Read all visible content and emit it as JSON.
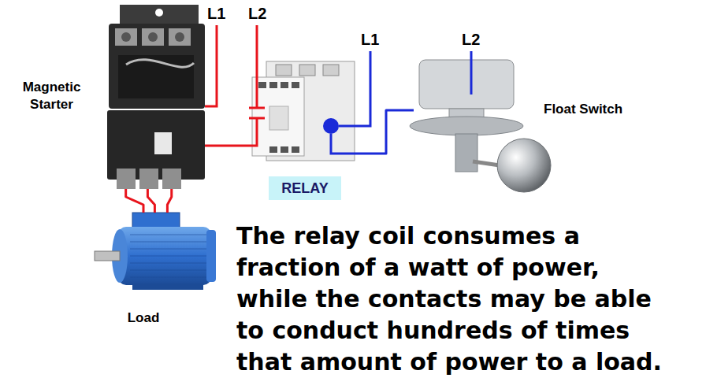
{
  "diagram": {
    "caption": "The relay coil consumes a fraction of a watt of power, while the contacts may be able to conduct hundreds of times that amount of power to a load.",
    "nodes": [
      {
        "text": [
          "Magnetic Starter"
        ]
      },
      {
        "text": [
          "RELAY"
        ]
      },
      {
        "text": [
          "Float Switch"
        ]
      },
      {
        "text": [
          "Load"
        ]
      }
    ],
    "edges": [
      {
        "from": 0,
        "to": 3,
        "arrow": "none"
      },
      {
        "from": 0,
        "to": 3,
        "arrow": "none"
      },
      {
        "from": 0,
        "to": 3,
        "arrow": "none"
      },
      {
        "from": 1,
        "to": 0,
        "arrow": "none"
      },
      {
        "from": 1,
        "to": 2,
        "arrow": "none"
      }
    ],
    "labels": [
      "L1",
      "L2",
      "L1",
      "L2"
    ]
  }
}
